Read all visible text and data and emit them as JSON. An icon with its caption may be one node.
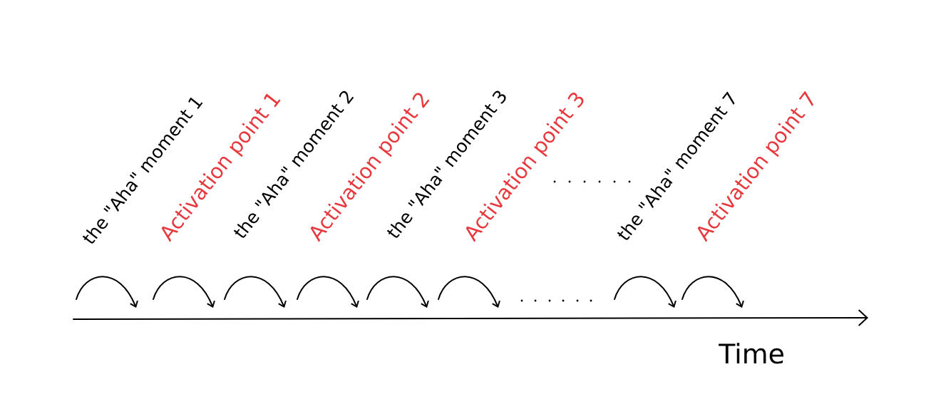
{
  "diagram": {
    "labels": [
      "the \"Aha\" moment 1",
      "Activation point 1",
      "the \"Aha\" moment 2",
      "Activation point 2",
      "the \"Aha\" moment 3",
      "Activation point 3",
      "the \"Aha\" moment 7",
      "Activation point 7",
      "Time"
    ]
  }
}
